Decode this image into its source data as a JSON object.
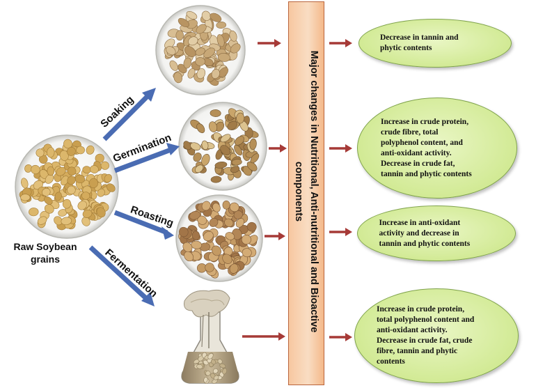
{
  "source": {
    "label_lines": [
      "Raw Soybean",
      "grains"
    ]
  },
  "processes": [
    {
      "id": "soaking",
      "label": "Soaking"
    },
    {
      "id": "germination",
      "label": "Germination"
    },
    {
      "id": "roasting",
      "label": "Roasting"
    },
    {
      "id": "fermentation",
      "label": "Fermentation"
    }
  ],
  "central": {
    "lines": [
      "Major changes in  Nutritional, Anti-nutritional and Bioactive",
      "components"
    ]
  },
  "outcomes": [
    {
      "process": "soaking",
      "lines": [
        "Decrease  in  tannin  and",
        "phytic contents"
      ]
    },
    {
      "process": "germination",
      "lines": [
        "Increase in crude protein,",
        "crude   fibre,   total",
        "polyphenol content, and",
        "anti-oxidant activity.",
        "Decrease  in  crude  fat,",
        "tannin and phytic contents"
      ]
    },
    {
      "process": "roasting",
      "lines": [
        "Increase  in  anti-oxidant",
        "activity  and  decrease  in",
        "tannin and phytic contents"
      ]
    },
    {
      "process": "fermentation",
      "lines": [
        "Increase in crude protein,",
        "total polyphenol content and",
        "anti-oxidant activity.",
        "Decrease in crude fat, crude",
        "fibre,  tannin  and  phytic",
        "contents"
      ]
    }
  ],
  "colors": {
    "process_arrow": "#4a6cb3",
    "result_arrow": "#a63a37",
    "central_fill": "#f8cda8",
    "outcome_fill": "#d2ea95",
    "soybean": "#d8b266"
  }
}
